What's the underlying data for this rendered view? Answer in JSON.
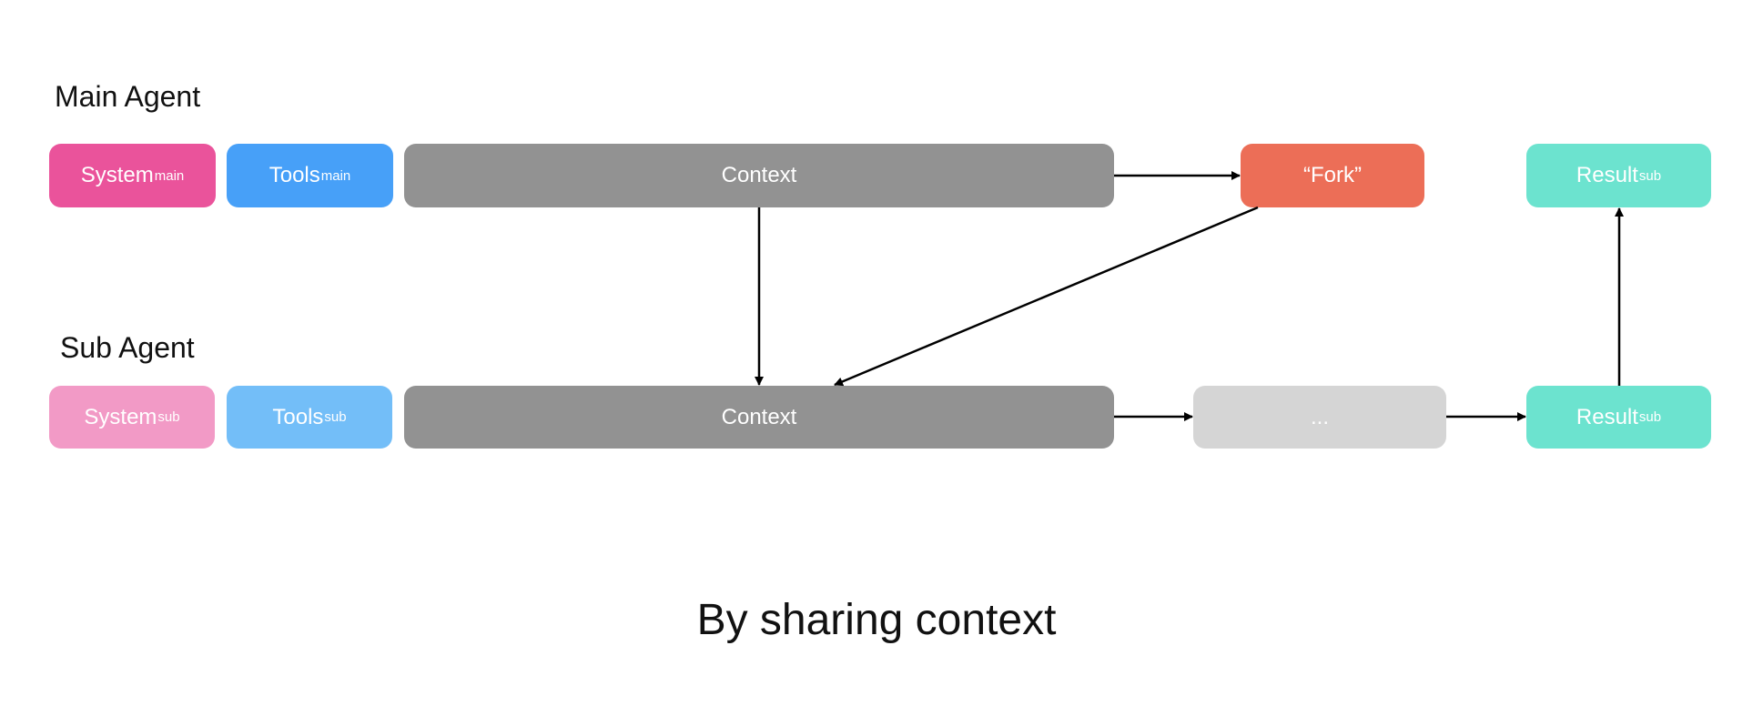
{
  "rows": {
    "main": {
      "label": "Main Agent",
      "system": {
        "text": "System",
        "sub": "main"
      },
      "tools": {
        "text": "Tools",
        "sub": "main"
      },
      "context": "Context",
      "fork": "“Fork”",
      "result": {
        "text": "Result",
        "sub": "sub"
      }
    },
    "sub": {
      "label": "Sub Agent",
      "system": {
        "text": "System",
        "sub": "sub"
      },
      "tools": {
        "text": "Tools",
        "sub": "sub"
      },
      "context": "Context",
      "ellipsis": "...",
      "result": {
        "text": "Result",
        "sub": "sub"
      }
    }
  },
  "caption": "By sharing context",
  "colors": {
    "system_main": "#EA539B",
    "tools_main": "#47A0F8",
    "context": "#929292",
    "fork": "#EC6E57",
    "result": "#6CE3CF",
    "system_sub": "#F29AC6",
    "tools_sub": "#73BEF8",
    "ellipsis": "#D5D5D5",
    "arrow": "#000000"
  }
}
